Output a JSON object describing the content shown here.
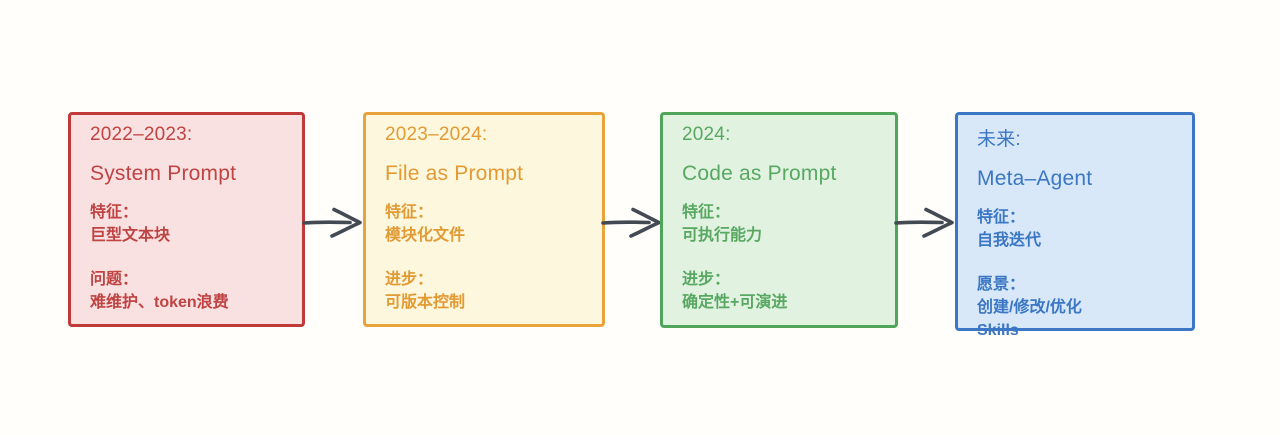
{
  "canvas": {
    "background_color": "#fffefb"
  },
  "arrow": {
    "color": "#434a54",
    "count": 3
  },
  "stages": [
    {
      "id": "system-prompt",
      "era": "2022–2023:",
      "title": "System Prompt",
      "sections": [
        {
          "label": "特征：",
          "value": "巨型文本块"
        },
        {
          "label": "问题：",
          "value": "难维护、token浪费"
        }
      ],
      "colors": {
        "border": "#c03a3a",
        "background": "#fae1e1",
        "text": "#c04343"
      }
    },
    {
      "id": "file-as-prompt",
      "era": "2023–2024:",
      "title": "File as Prompt",
      "sections": [
        {
          "label": "特征：",
          "value": "模块化文件"
        },
        {
          "label": "进步：",
          "value": "可版本控制"
        }
      ],
      "colors": {
        "border": "#e8a33b",
        "background": "#fdf7de",
        "text": "#e29a33"
      }
    },
    {
      "id": "code-as-prompt",
      "era": "2024:",
      "title": "Code as Prompt",
      "sections": [
        {
          "label": "特征：",
          "value": "可执行能力"
        },
        {
          "label": "进步：",
          "value": "确定性+可演进"
        }
      ],
      "colors": {
        "border": "#4fa65a",
        "background": "#e1f2e1",
        "text": "#58a862"
      }
    },
    {
      "id": "meta-agent",
      "era": "未来:",
      "title": "Meta–Agent",
      "sections": [
        {
          "label": "特征：",
          "value": "自我迭代"
        },
        {
          "label": "愿景：",
          "value": "创建/修改/优化\nSkills"
        }
      ],
      "colors": {
        "border": "#3b77c4",
        "background": "#d8e8f9",
        "text": "#3b77c4"
      }
    }
  ]
}
